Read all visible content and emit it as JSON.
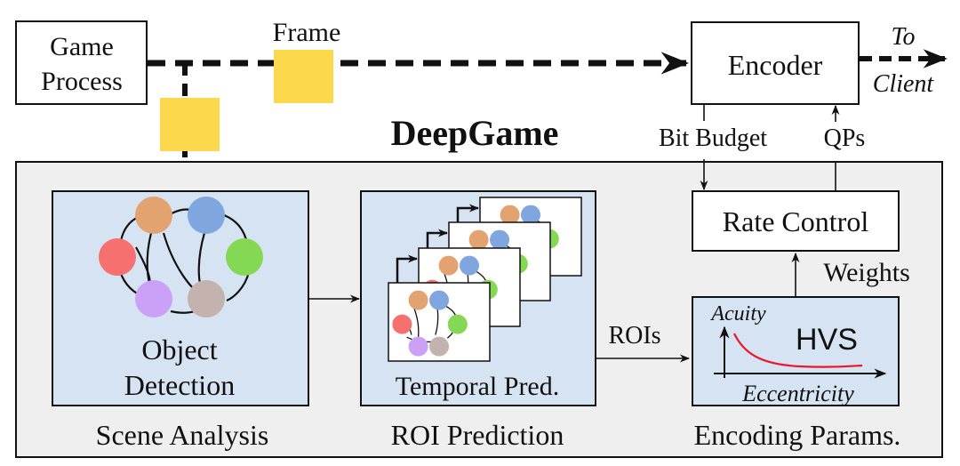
{
  "top": {
    "game_process": [
      "Game",
      "Process"
    ],
    "frame_label": "Frame",
    "encoder_label": "Encoder",
    "to_client": [
      "To",
      "Client"
    ],
    "bit_budget": "Bit Budget",
    "qps": "QPs"
  },
  "system": {
    "title": "DeepGame",
    "stages": [
      {
        "caption": "Scene Analysis",
        "inner_label": [
          "Object",
          "Detection"
        ]
      },
      {
        "caption": "ROI Prediction",
        "inner_label": "Temporal Pred."
      },
      {
        "caption": "Encoding Params."
      }
    ],
    "rate_control": "Rate Control",
    "weights": "Weights",
    "rois": "ROIs",
    "hvs": {
      "title": "HVS",
      "y_axis": "Acuity",
      "x_axis": "Eccentricity",
      "curve_color": "#e8182a"
    }
  },
  "colors": {
    "frame_yellow": "#fcd94c",
    "panel_gray": "#efefef",
    "stage_blue": "#d5e3f3",
    "nodes": {
      "orange": "#e2a371",
      "blue": "#7fa6de",
      "red": "#f77070",
      "green": "#85d854",
      "purple": "#caa1f7",
      "taupe": "#c3b2ad"
    }
  }
}
